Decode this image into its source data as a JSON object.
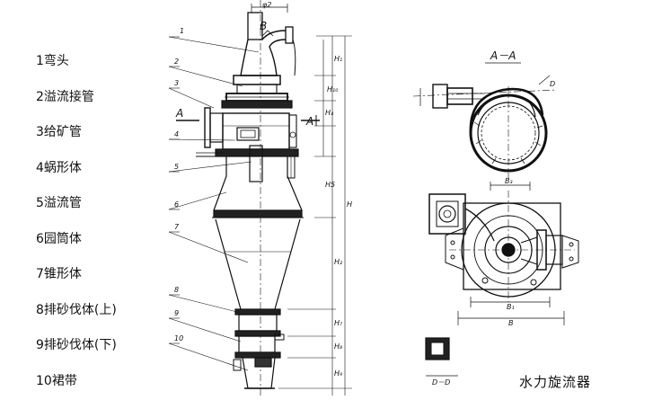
{
  "legend": [
    "1弯头",
    "2溢流接管",
    "3给矿管",
    "4蜗形体",
    "5溢流管",
    "6园筒体",
    "7锥形体",
    "8排砂伐体(上)",
    "9排砂伐体(下)",
    "10裙带"
  ],
  "caption": "水力旋流器",
  "labels": {
    "section_aa": "A－A",
    "section_dd": "D－D",
    "cut_a_left": "A",
    "cut_a_right": "A",
    "cut_b": "B",
    "phi2": "φ2",
    "h1": "H₁",
    "h10": "H₁₀",
    "h4": "H₄",
    "h5": "H5",
    "h": "H",
    "h2": "H₂",
    "h7": "H₇",
    "h8": "H₈",
    "h9": "H₉",
    "b_top": "B₃",
    "b1": "B₁",
    "b": "B",
    "d": "D",
    "callouts": [
      "1",
      "2",
      "3",
      "4",
      "5",
      "6",
      "7",
      "8",
      "9",
      "10"
    ]
  },
  "colors": {
    "ink": "#111111",
    "background": "#ffffff"
  }
}
